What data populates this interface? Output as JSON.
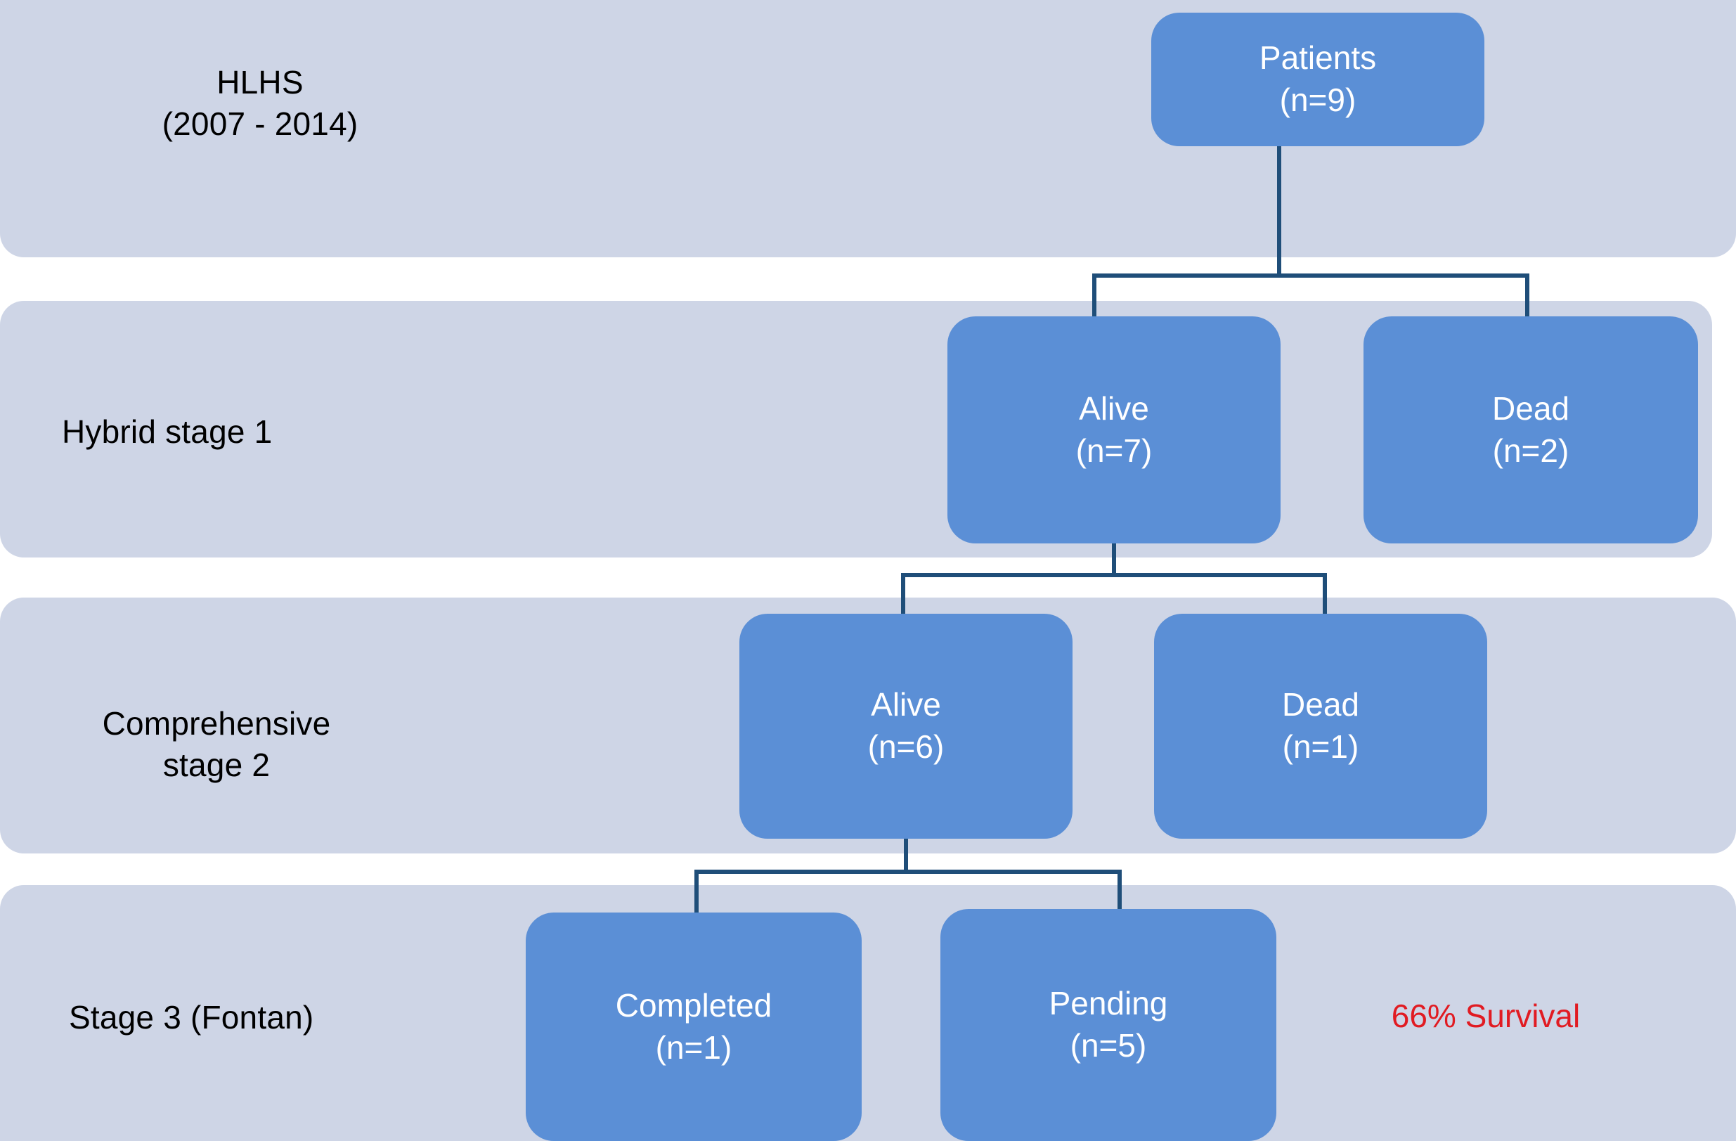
{
  "diagram": {
    "type": "flowchart",
    "title": "HLHS hybrid palliation outcomes flowchart",
    "colors": {
      "band_background": "#ced5e6",
      "node_fill": "#5b8fd6",
      "node_text": "#ffffff",
      "connector": "#1f4e79",
      "label_text": "#000000",
      "survival_text": "#e11b22",
      "page_background": "#ffffff"
    },
    "stages": [
      {
        "id": "stage-1",
        "label": "HLHS\n(2007 - 2014)"
      },
      {
        "id": "stage-2",
        "label": "Hybrid stage 1"
      },
      {
        "id": "stage-3",
        "label": "Comprehensive\nstage 2"
      },
      {
        "id": "stage-4",
        "label": "Stage 3 (Fontan)"
      }
    ],
    "nodes": [
      {
        "id": "patients",
        "title": "Patients",
        "count": "(n=9)",
        "n": 9,
        "stage": "stage-1"
      },
      {
        "id": "alive-1",
        "title": "Alive",
        "count": "(n=7)",
        "n": 7,
        "stage": "stage-2"
      },
      {
        "id": "dead-1",
        "title": "Dead",
        "count": "(n=2)",
        "n": 2,
        "stage": "stage-2"
      },
      {
        "id": "alive-2",
        "title": "Alive",
        "count": "(n=6)",
        "n": 6,
        "stage": "stage-3"
      },
      {
        "id": "dead-2",
        "title": "Dead",
        "count": "(n=1)",
        "n": 1,
        "stage": "stage-3"
      },
      {
        "id": "completed",
        "title": "Completed",
        "count": "(n=1)",
        "n": 1,
        "stage": "stage-4"
      },
      {
        "id": "pending",
        "title": "Pending",
        "count": "(n=5)",
        "n": 5,
        "stage": "stage-4"
      }
    ],
    "edges": [
      {
        "from": "patients",
        "to": [
          "alive-1",
          "dead-1"
        ]
      },
      {
        "from": "alive-1",
        "to": [
          "alive-2",
          "dead-2"
        ]
      },
      {
        "from": "alive-2",
        "to": [
          "completed",
          "pending"
        ]
      }
    ],
    "annotations": {
      "survival": "66% Survival"
    }
  }
}
